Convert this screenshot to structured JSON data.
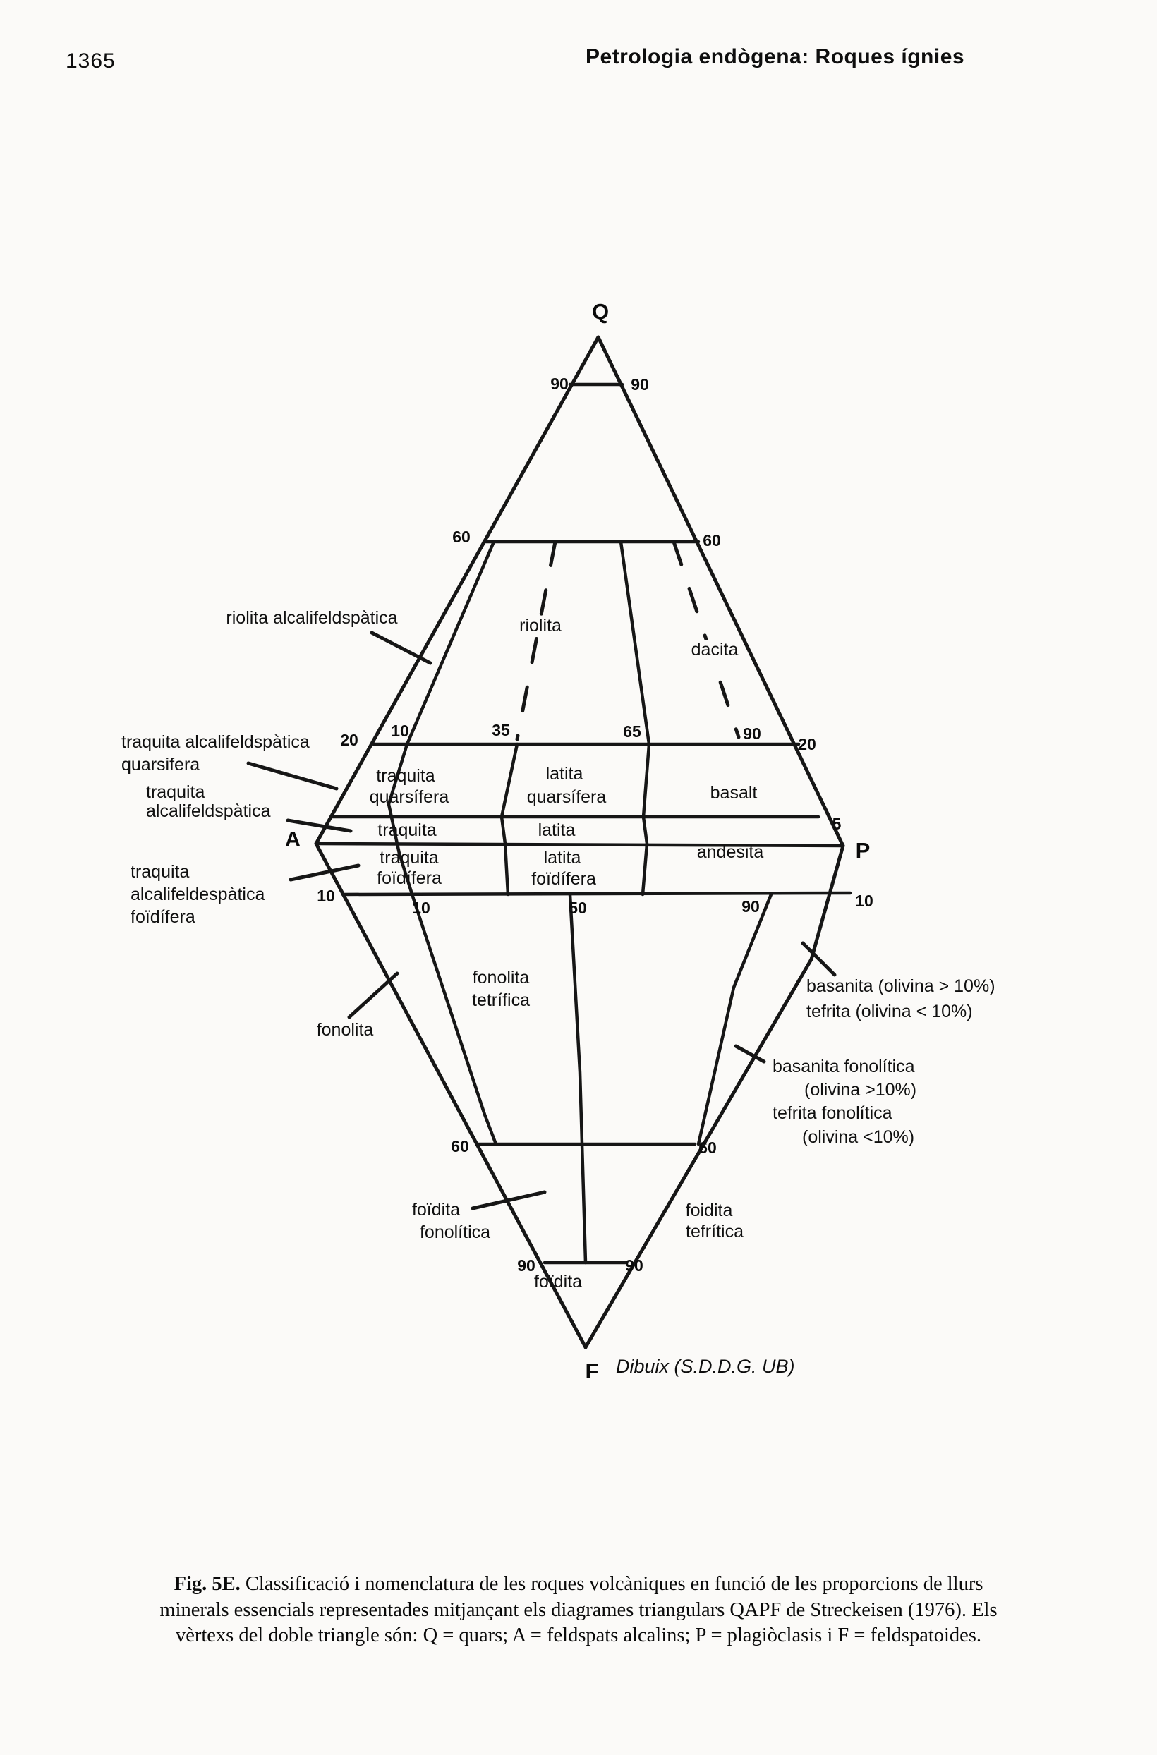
{
  "page": {
    "folio": "1365",
    "header": "Petrologia endògena: Roques ígnies"
  },
  "diagram": {
    "vertices": {
      "q": "Q",
      "a": "A",
      "p": "P",
      "f": "F"
    },
    "ticks": {
      "q90l": "90",
      "q90r": "90",
      "q60l": "60",
      "q60r": "60",
      "q20l": "20",
      "q20r": "20",
      "p10": "10",
      "p35": "35",
      "p65": "65",
      "p90": "90",
      "q5": "5",
      "f10l": "10",
      "f10r": "10",
      "lp10": "10",
      "lp50": "50",
      "lp90": "90",
      "f60l": "60",
      "f60r": "60",
      "f90l": "90",
      "f90r": "90"
    },
    "labels": {
      "riolita_alc": "riolita alcalifeldspàtica",
      "riolita": "riolita",
      "dacita": "dacita",
      "taq1": "traquita alcalifeldspàtica",
      "taq2": "quarsifera",
      "ta1": "traquita",
      "ta2": "alcalifeldspàtica",
      "taf1": "traquita",
      "taf2": "alcalifeldespàtica",
      "taf3": "foïdífera",
      "tq1": "traquita",
      "tq2": "quarsífera",
      "lq1": "latita",
      "lq2": "quarsífera",
      "basalt": "basalt",
      "traq_row": "traquita",
      "lat_row": "latita",
      "tf1": "traquita",
      "tf2": "foïdífera",
      "lf1": "latita",
      "lf2": "foïdífera",
      "andesita": "andesita",
      "ft1": "fonolita",
      "ft2": "tetrífica",
      "fonolita": "fonolita",
      "bas1": "basanita (olivina > 10%)",
      "bas2": "tefrita (olivina < 10%)",
      "bf1": "basanita fonolítica",
      "bf2": "(olivina >10%)",
      "bf3": "tefrita fonolítica",
      "bf4": "(olivina <10%)",
      "ff1": "foïdita",
      "ff2": "fonolítica",
      "fte1": "foidita",
      "fte2": "tefrítica",
      "foidita": "foïdita"
    },
    "credit": "Dibuix (S.D.D.G. UB)"
  },
  "caption": {
    "fig": "Fig. 5E.",
    "line1": " Classificació i nomenclatura de les roques volcàniques en funció de les proporcions de llurs",
    "line2": "minerals essencials representades mitjançant els diagrames triangulars QAPF de Streckeisen (1976). Els",
    "line3": "vèrtexs del doble triangle són: Q = quars; A = feldspats alcalins; P = plagiòclasis i F = feldspatoides."
  }
}
